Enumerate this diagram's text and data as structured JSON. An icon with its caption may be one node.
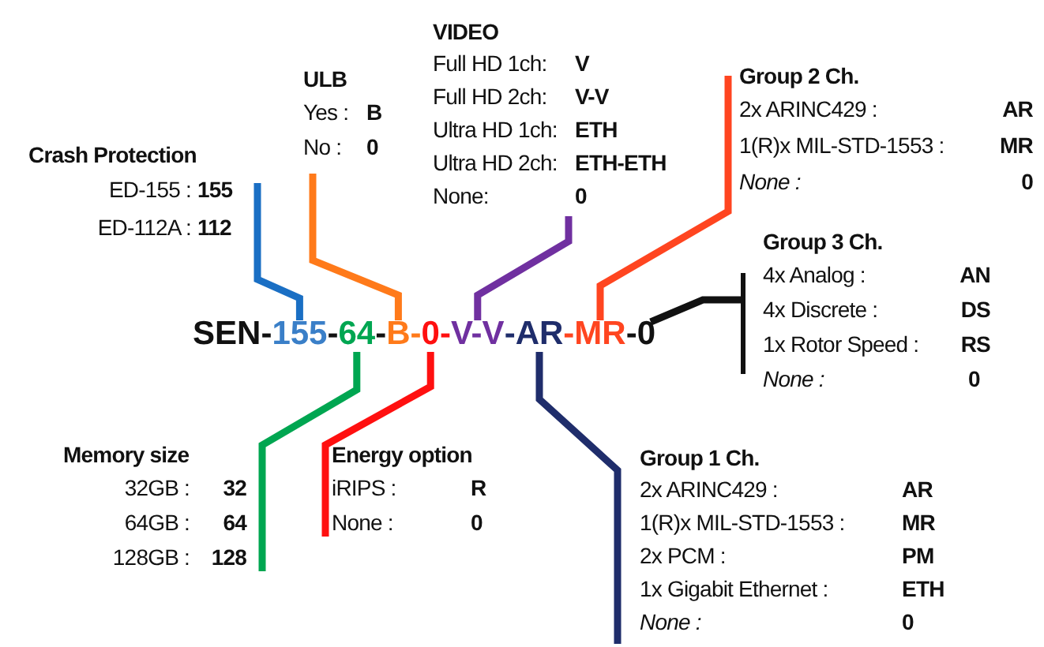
{
  "diagram": {
    "nodes": [
      {
        "text": [
          "VIDEO",
          "Full HD 1ch:",
          "V",
          "Full HD 2ch:",
          "V-V",
          "Ultra HD 1ch:",
          "ETH",
          "Ultra HD 2ch:",
          "ETH-ETH",
          "None:",
          "0"
        ]
      },
      {
        "text": [
          "ULB",
          "Yes :",
          "B",
          "No :",
          "0"
        ]
      },
      {
        "text": [
          "Group 2 Ch.",
          "2x ARINC429 :",
          "AR",
          "1(R)x MIL-STD-1553 :",
          "MR",
          "None :",
          "0"
        ]
      },
      {
        "text": [
          "Crash Protection",
          "ED-155 :",
          "155",
          "ED-112A :",
          "112"
        ]
      },
      {
        "text": [
          "Group 3 Ch.",
          "4x Analog :",
          "AN",
          "4x Discrete :",
          "DS",
          "1x Rotor Speed :",
          "RS",
          "None :",
          "0"
        ]
      },
      {
        "text": [
          "155"
        ]
      },
      {
        "text": [
          "64"
        ]
      },
      {
        "text": [
          "B"
        ]
      },
      {
        "text": [
          "0"
        ]
      },
      {
        "text": [
          "V-V"
        ]
      },
      {
        "text": [
          "AR"
        ]
      },
      {
        "text": [
          "MR"
        ]
      },
      {
        "text": [
          "0"
        ]
      },
      {
        "text": [
          "Memory size",
          "32GB :",
          "32",
          "64GB :",
          "64",
          "128GB :",
          "128"
        ]
      },
      {
        "text": [
          "Energy option",
          "iRIPS :",
          "R",
          "None :",
          "0"
        ]
      },
      {
        "text": [
          "Group 1 Ch.",
          "2x ARINC429 :",
          "AR",
          "1(R)x MIL-STD-1553 :",
          "MR",
          "2x PCM :",
          "PM",
          "1x Gigabit Ethernet :",
          "ETH",
          "None :",
          "0"
        ]
      }
    ],
    "edges": [
      {
        "from": 3,
        "to": 5,
        "arrow": "none",
        "color": "#1a6fc4"
      },
      {
        "from": 1,
        "to": 7,
        "arrow": "none",
        "color": "#ff7a1a"
      },
      {
        "from": 0,
        "to": 9,
        "arrow": "none",
        "color": "#7030a0"
      },
      {
        "from": 2,
        "to": 11,
        "arrow": "none",
        "color": "#ff4520"
      },
      {
        "from": 4,
        "to": 12,
        "arrow": "none",
        "color": "#111111"
      },
      {
        "from": 13,
        "to": 6,
        "arrow": "none",
        "color": "#00a651"
      },
      {
        "from": 14,
        "to": 8,
        "arrow": "none",
        "color": "#ff1010"
      },
      {
        "from": 15,
        "to": 10,
        "arrow": "none",
        "color": "#1f2d6b"
      }
    ],
    "labels": [
      "SEN",
      "-",
      "-",
      "-",
      "-",
      "-",
      "-",
      "-",
      "-"
    ]
  }
}
